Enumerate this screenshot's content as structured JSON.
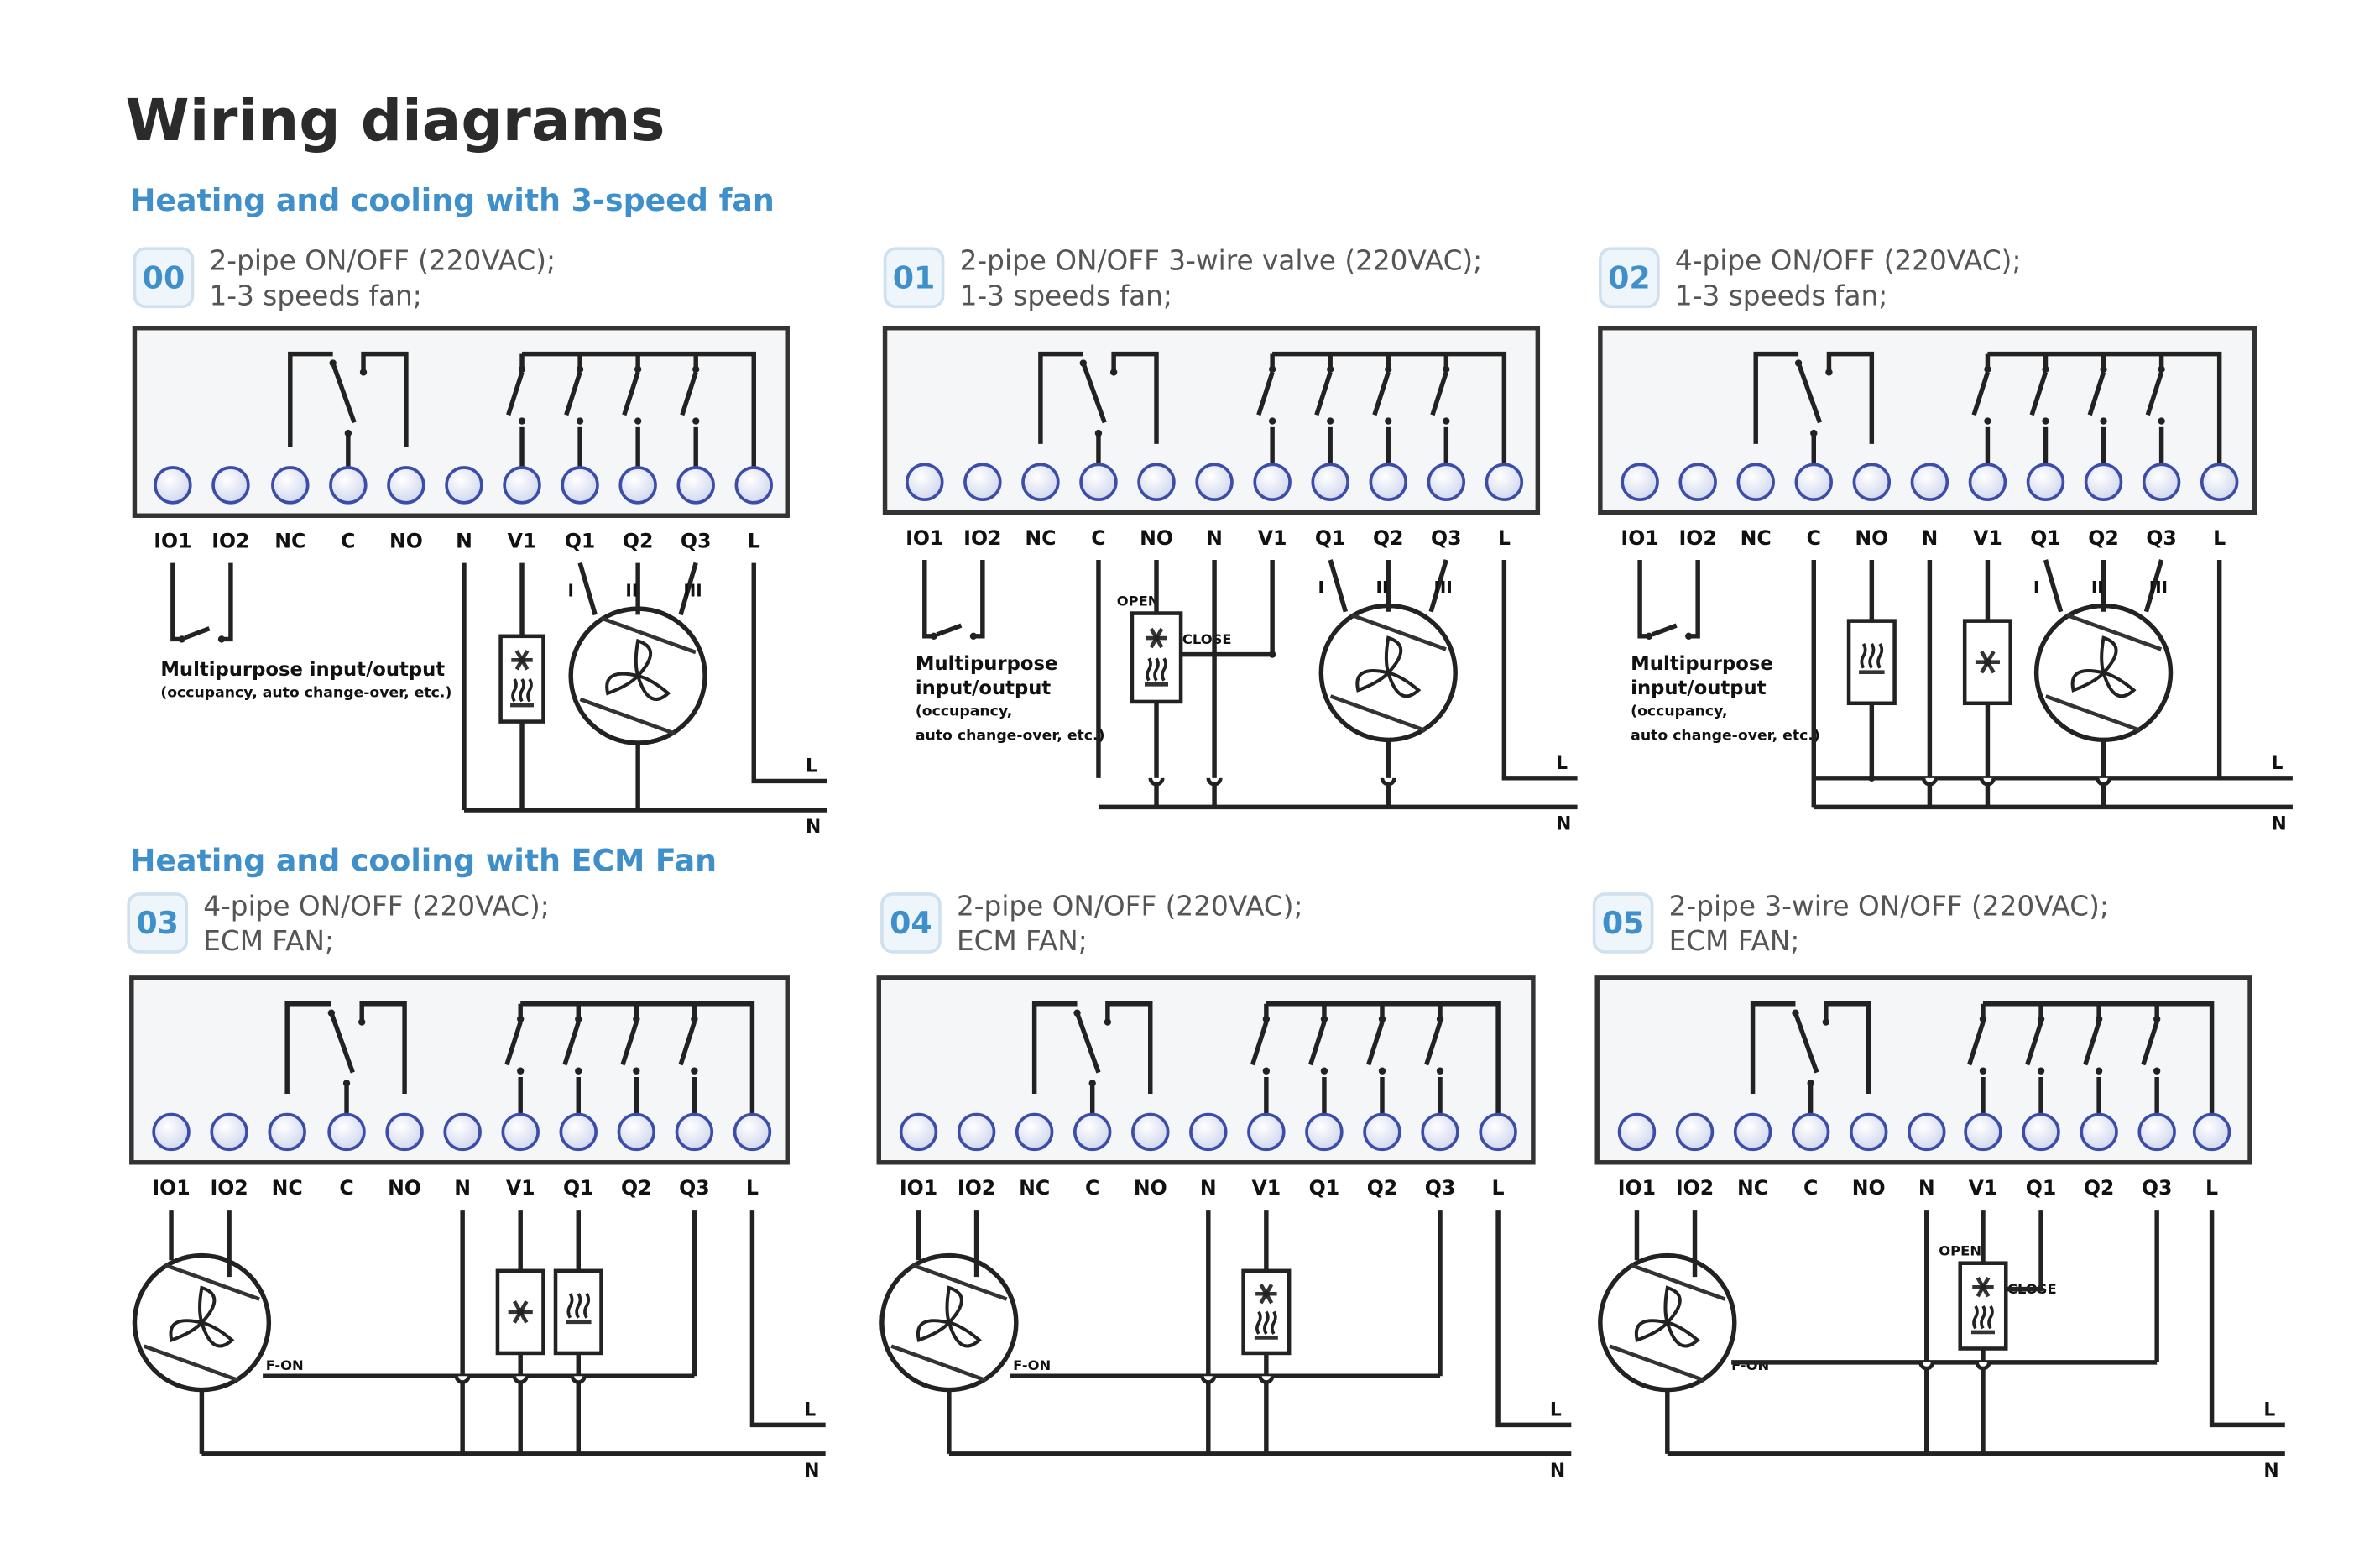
{
  "page": {
    "title": "Wiring diagrams",
    "colors": {
      "accent": "#3f8fca",
      "badge_bg": "#eef5fb",
      "badge_border": "#cfe0ee",
      "terminal_fill": "#e9ecf6",
      "terminal_stroke": "#3b4da8"
    }
  },
  "sections": [
    {
      "label": "Heating and cooling with 3-speed fan"
    },
    {
      "label": "Heating and cooling with ECM Fan"
    }
  ],
  "terminals": [
    "IO1",
    "IO2",
    "NC",
    "C",
    "NO",
    "N",
    "V1",
    "Q1",
    "Q2",
    "Q3",
    "L"
  ],
  "common": {
    "line_label": "L",
    "neutral_label": "N",
    "fan_speed_labels": [
      "I",
      "II",
      "III"
    ],
    "valve_open": "OPEN",
    "valve_close": "CLOSE",
    "fan_on": "F-ON",
    "multipurpose_title": "Multipurpose input/output",
    "multipurpose_sub": "(occupancy, auto change-over, etc.)",
    "multipurpose_title_l1": "Multipurpose",
    "multipurpose_title_l2": "input/output",
    "multipurpose_sub_l1": "(occupancy,",
    "multipurpose_sub_l2": "auto change-over, etc.)"
  },
  "diagrams": [
    {
      "id": "00",
      "line1": "2-pipe ON/OFF (220VAC);",
      "line2": "1-3 speeds fan;"
    },
    {
      "id": "01",
      "line1": "2-pipe ON/OFF 3-wire valve (220VAC);",
      "line2": "1-3 speeds fan;"
    },
    {
      "id": "02",
      "line1": "4-pipe ON/OFF (220VAC);",
      "line2": "1-3 speeds fan;"
    },
    {
      "id": "03",
      "line1": "4-pipe ON/OFF (220VAC);",
      "line2": "ECM FAN;"
    },
    {
      "id": "04",
      "line1": "2-pipe ON/OFF (220VAC);",
      "line2": "ECM FAN;"
    },
    {
      "id": "05",
      "line1": "2-pipe 3-wire ON/OFF (220VAC);",
      "line2": "ECM FAN;"
    }
  ]
}
